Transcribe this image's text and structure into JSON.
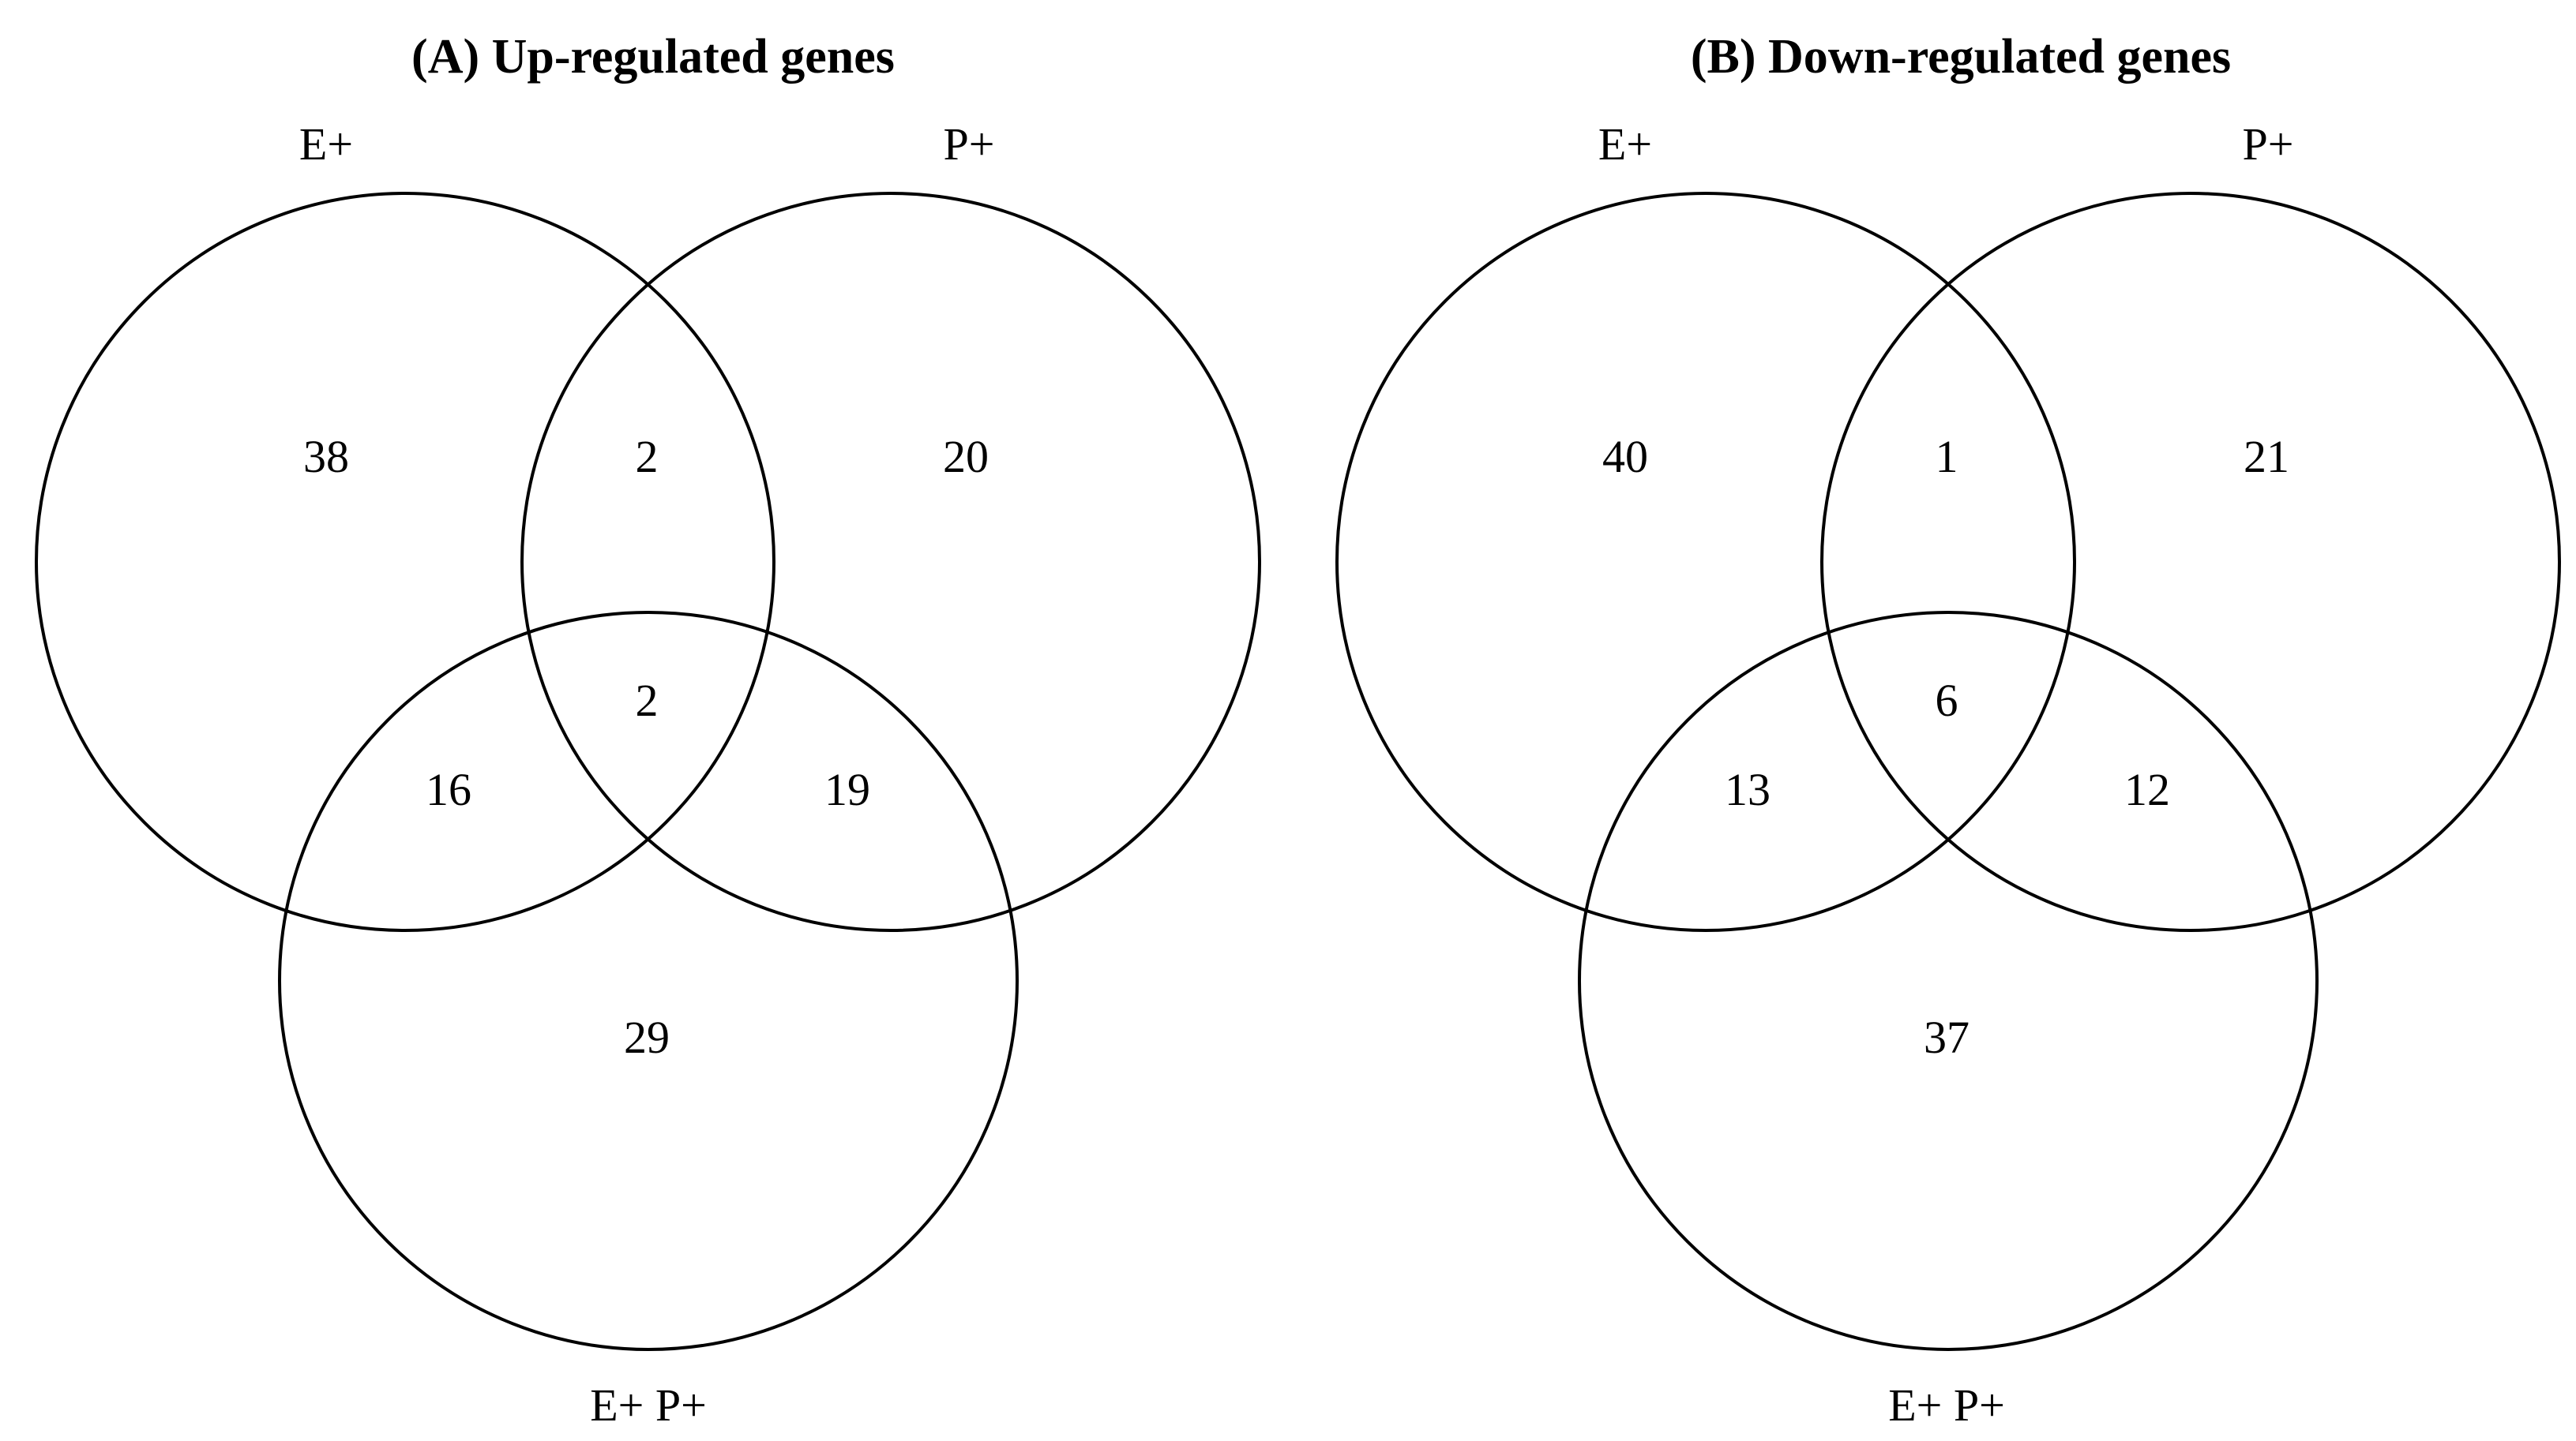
{
  "panels": [
    {
      "title": "(A) Up-regulated genes",
      "sets": {
        "e": "E+",
        "p": "P+",
        "ep": "E+ P+"
      },
      "counts": {
        "e_only": "38",
        "e_p": "2",
        "p_only": "20",
        "all": "2",
        "e_ep": "16",
        "p_ep": "19",
        "ep_only": "29"
      }
    },
    {
      "title": "(B) Down-regulated genes",
      "sets": {
        "e": "E+",
        "p": "P+",
        "ep": "E+ P+"
      },
      "counts": {
        "e_only": "40",
        "e_p": "1",
        "p_only": "21",
        "all": "6",
        "e_ep": "13",
        "p_ep": "12",
        "ep_only": "37"
      }
    }
  ]
}
